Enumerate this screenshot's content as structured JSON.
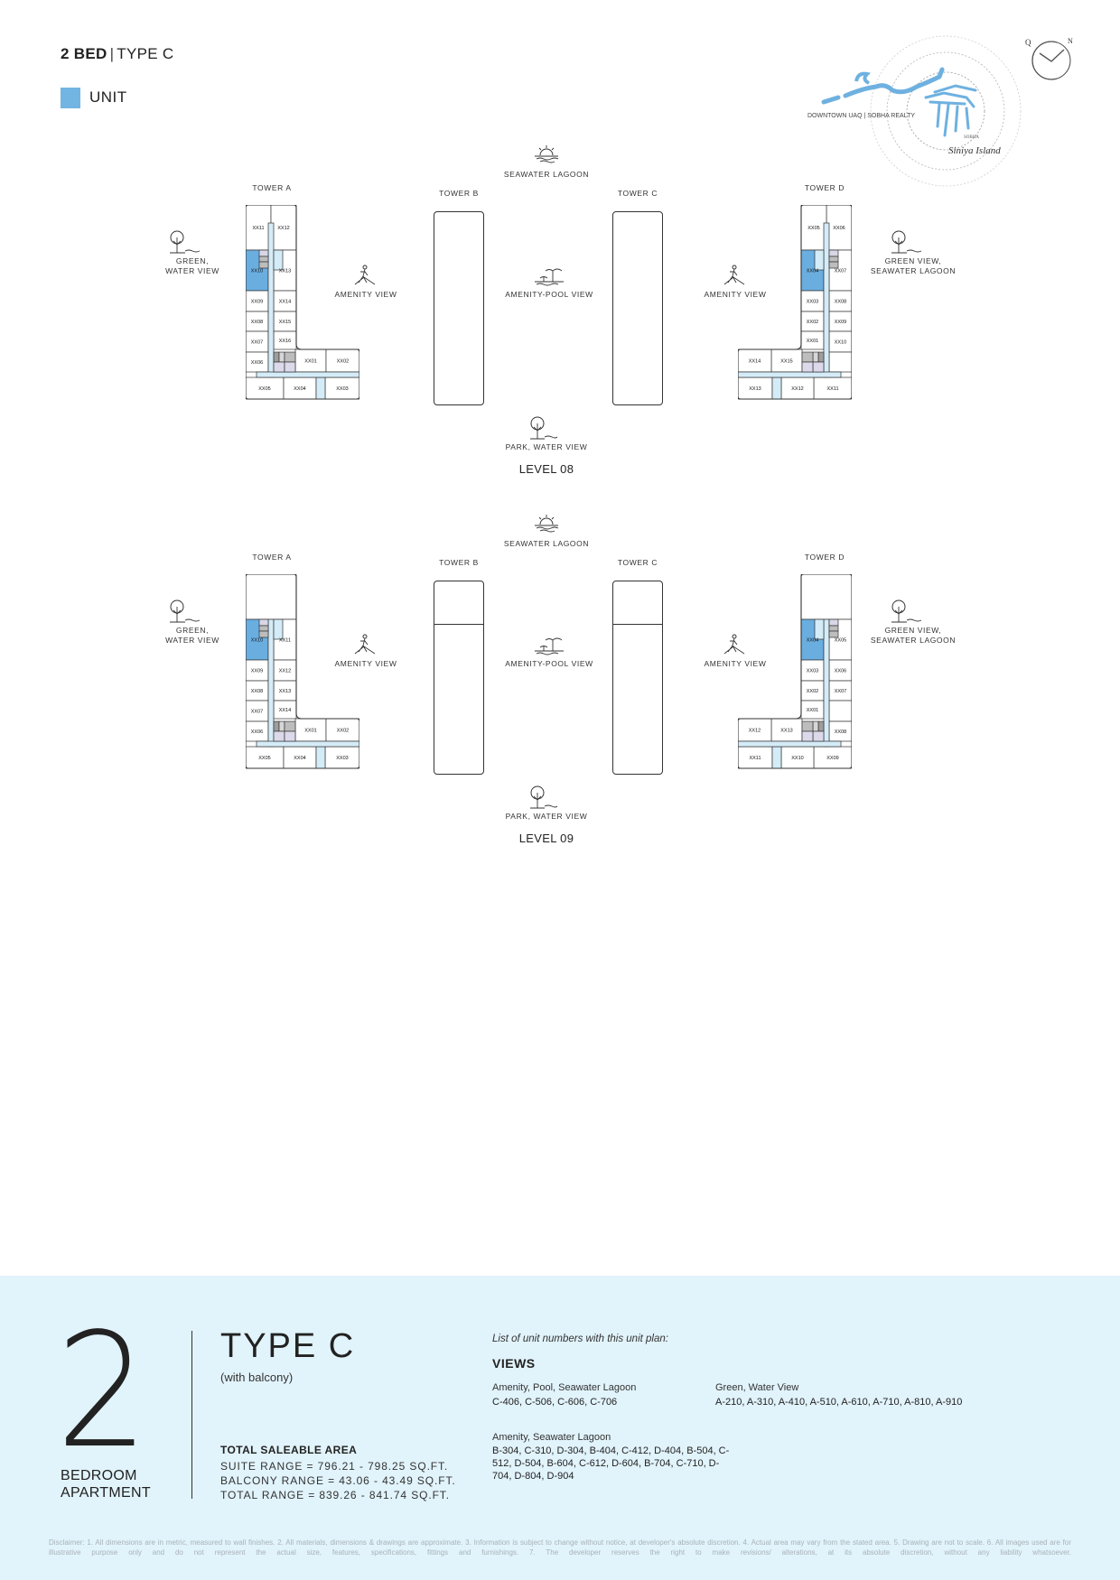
{
  "header": {
    "bed": "2 BED",
    "separator": "|",
    "type": "TYPE C"
  },
  "legend": {
    "label": "UNIT",
    "color": "#72b4e2"
  },
  "logo": {
    "caption": "DOWNTOWN UAQ | SOBHA REALTY",
    "brand": "SOBHA",
    "script": "Siniya Island"
  },
  "compass": {
    "left_letter": "Q",
    "north": "N"
  },
  "levels": [
    {
      "name": "LEVEL 08",
      "views": {
        "top": "SEAWATER LAGOON",
        "bottom": "PARK, WATER VIEW",
        "left_l1": "GREEN,",
        "left_l2": "WATER VIEW",
        "amenity_left": "AMENITY VIEW",
        "center": "AMENITY-POOL VIEW",
        "amenity_right": "AMENITY VIEW",
        "right_l1": "GREEN VIEW,",
        "right_l2": "SEAWATER LAGOON"
      },
      "towers": {
        "a": {
          "label": "TOWER A",
          "units": [
            "XX11",
            "XX12",
            "XX10",
            "XX13",
            "XX09",
            "XX14",
            "XX08",
            "XX15",
            "XX07",
            "XX16",
            "XX06",
            "XX01",
            "XX02",
            "XX05",
            "XX04",
            "XX03"
          ],
          "highlighted": [
            "XX10"
          ]
        },
        "b": {
          "label": "TOWER B"
        },
        "c": {
          "label": "TOWER C"
        },
        "d": {
          "label": "TOWER D",
          "units": [
            "XX06",
            "XX05",
            "XX07",
            "XX04",
            "XX08",
            "XX03",
            "XX09",
            "XX02",
            "XX10",
            "XX01",
            "",
            "XX15",
            "XX14",
            "XX11",
            "XX12",
            "XX13"
          ],
          "highlighted": [
            "XX04"
          ]
        }
      }
    },
    {
      "name": "LEVEL 09",
      "views": {
        "top": "SEAWATER LAGOON",
        "bottom": "PARK, WATER VIEW",
        "left_l1": "GREEN,",
        "left_l2": "WATER VIEW",
        "amenity_left": "AMENITY VIEW",
        "center": "AMENITY-POOL VIEW",
        "amenity_right": "AMENITY VIEW",
        "right_l1": "GREEN VIEW,",
        "right_l2": "SEAWATER LAGOON"
      },
      "towers": {
        "a": {
          "label": "TOWER A",
          "units": [
            "",
            "",
            "XX10",
            "XX11",
            "XX09",
            "XX12",
            "XX08",
            "XX13",
            "XX07",
            "XX14",
            "XX06",
            "XX01",
            "XX02",
            "XX05",
            "XX04",
            "XX03"
          ],
          "highlighted": [
            "XX10"
          ]
        },
        "b": {
          "label": "TOWER B"
        },
        "c": {
          "label": "TOWER C"
        },
        "d": {
          "label": "TOWER D",
          "units": [
            "",
            "",
            "XX05",
            "XX04",
            "XX06",
            "XX03",
            "XX07",
            "XX02",
            "",
            "XX01",
            "XX08",
            "XX13",
            "XX12",
            "XX09",
            "XX10",
            "XX11"
          ],
          "highlighted": [
            "XX04"
          ]
        }
      }
    }
  ],
  "summary": {
    "bedrooms": "2",
    "bedroom_l1": "BEDROOM",
    "bedroom_l2": "APARTMENT",
    "type": "TYPE C",
    "balcony_note": "(with balcony)",
    "area_title": "TOTAL SALEABLE AREA",
    "suite_range": "SUITE RANGE = 796.21 - 798.25 SQ.FT.",
    "balcony_range": "BALCONY RANGE = 43.06 - 43.49 SQ.FT.",
    "total_range": "TOTAL RANGE = 839.26 - 841.74 SQ.FT.",
    "list_heading": "List of unit numbers with this unit plan:",
    "views_title": "VIEWS",
    "view_groups": [
      {
        "name": "Amenity, Pool, Seawater Lagoon",
        "units": "C-406, C-506, C-606, C-706"
      },
      {
        "name": "Green, Water View",
        "units": "A-210, A-310, A-410, A-510, A-610, A-710, A-810, A-910"
      },
      {
        "name": "Amenity, Seawater Lagoon",
        "units": "B-304, C-310, D-304, B-404, C-412, D-404, B-504, C-512, D-504, B-604, C-612, D-604, B-704, C-710, D-704, D-804, D-904"
      }
    ]
  },
  "disclaimer": "Disclaimer: 1. All dimensions are in metric, measured to wall finishes. 2. All materials, dimensions & drawings are approximate. 3. Information is subject to change without notice, at developer's absolute discretion. 4. Actual area may vary from the stated area. 5. Drawing are not to scale. 6. All images used are for illustrative purpose only and do not represent the actual size, features, specifications, fittings and furnishings. 7. The developer reserves the right to make revisions/ alterations, at its absolute discretion, without any liability whatsoever."
}
